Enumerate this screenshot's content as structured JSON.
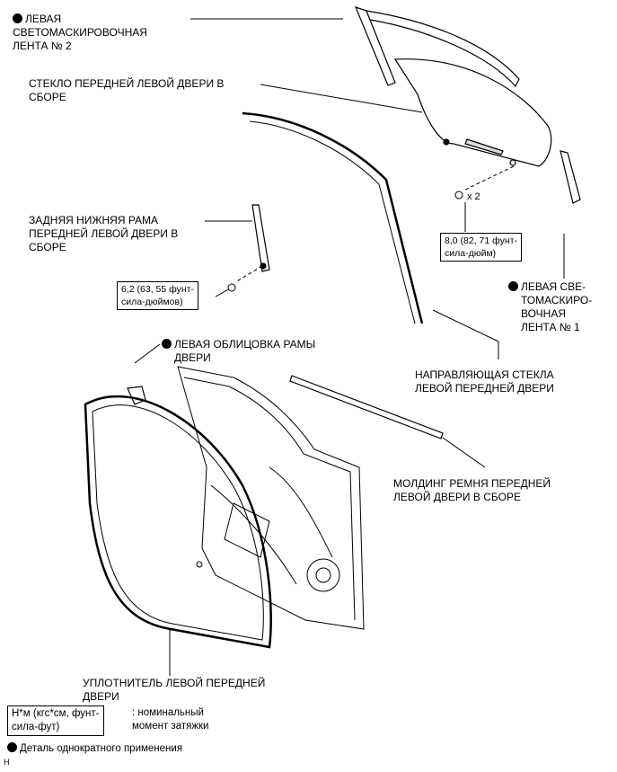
{
  "labels": {
    "light_shield_tape_2": [
      "ЛЕВАЯ",
      "СВЕТОМАСКИРОВОЧНАЯ",
      "ЛЕНТА № 2"
    ],
    "front_door_glass": [
      "СТЕКЛО ПЕРЕДНЕЙ ЛЕВОЙ ДВЕРИ В",
      "СБОРЕ"
    ],
    "rear_lower_frame": [
      "ЗАДНЯЯ НИЖНЯЯ РАМА",
      "ПЕРЕДНЕЙ ЛЕВОЙ ДВЕРИ В",
      "СБОРЕ"
    ],
    "light_shield_tape_1": [
      "ЛЕВАЯ СВЕ-",
      "ТОМАСКИРО-",
      "ВОЧНАЯ",
      "ЛЕНТА № 1"
    ],
    "door_frame_garnish": [
      "ЛЕВАЯ ОБЛИЦОВКА РАМЫ",
      "ДВЕРИ"
    ],
    "glass_run": [
      "НАПРАВЛЯЮЩАЯ СТЕКЛА",
      "ЛЕВОЙ ПЕРЕДНЕЙ ДВЕРИ"
    ],
    "belt_moulding": [
      "МОЛДИНГ РЕМНЯ ПЕРЕДНЕЙ",
      "ЛЕВОЙ ДВЕРИ В СБОРЕ"
    ],
    "weatherstrip": [
      "УПЛОТНИТЕЛЬ ЛЕВОЙ ПЕРЕДНЕЙ",
      "ДВЕРИ"
    ]
  },
  "torque": {
    "glass_bolts": [
      "8,0 (82, 71 фунт-",
      "сила-дюйм)"
    ],
    "glass_bolts_count": "x 2",
    "frame_bolt": [
      "6,2 (63, 55 фунт-",
      "сила-дюймов)"
    ]
  },
  "legend": {
    "torque_unit": [
      "Н*м (кгс*см, фунт-",
      "сила-фут)"
    ],
    "torque_desc": [
      ": номинальный",
      "момент затяжки"
    ],
    "non_reusable": "Деталь однократного применения"
  },
  "figure_code": "H"
}
